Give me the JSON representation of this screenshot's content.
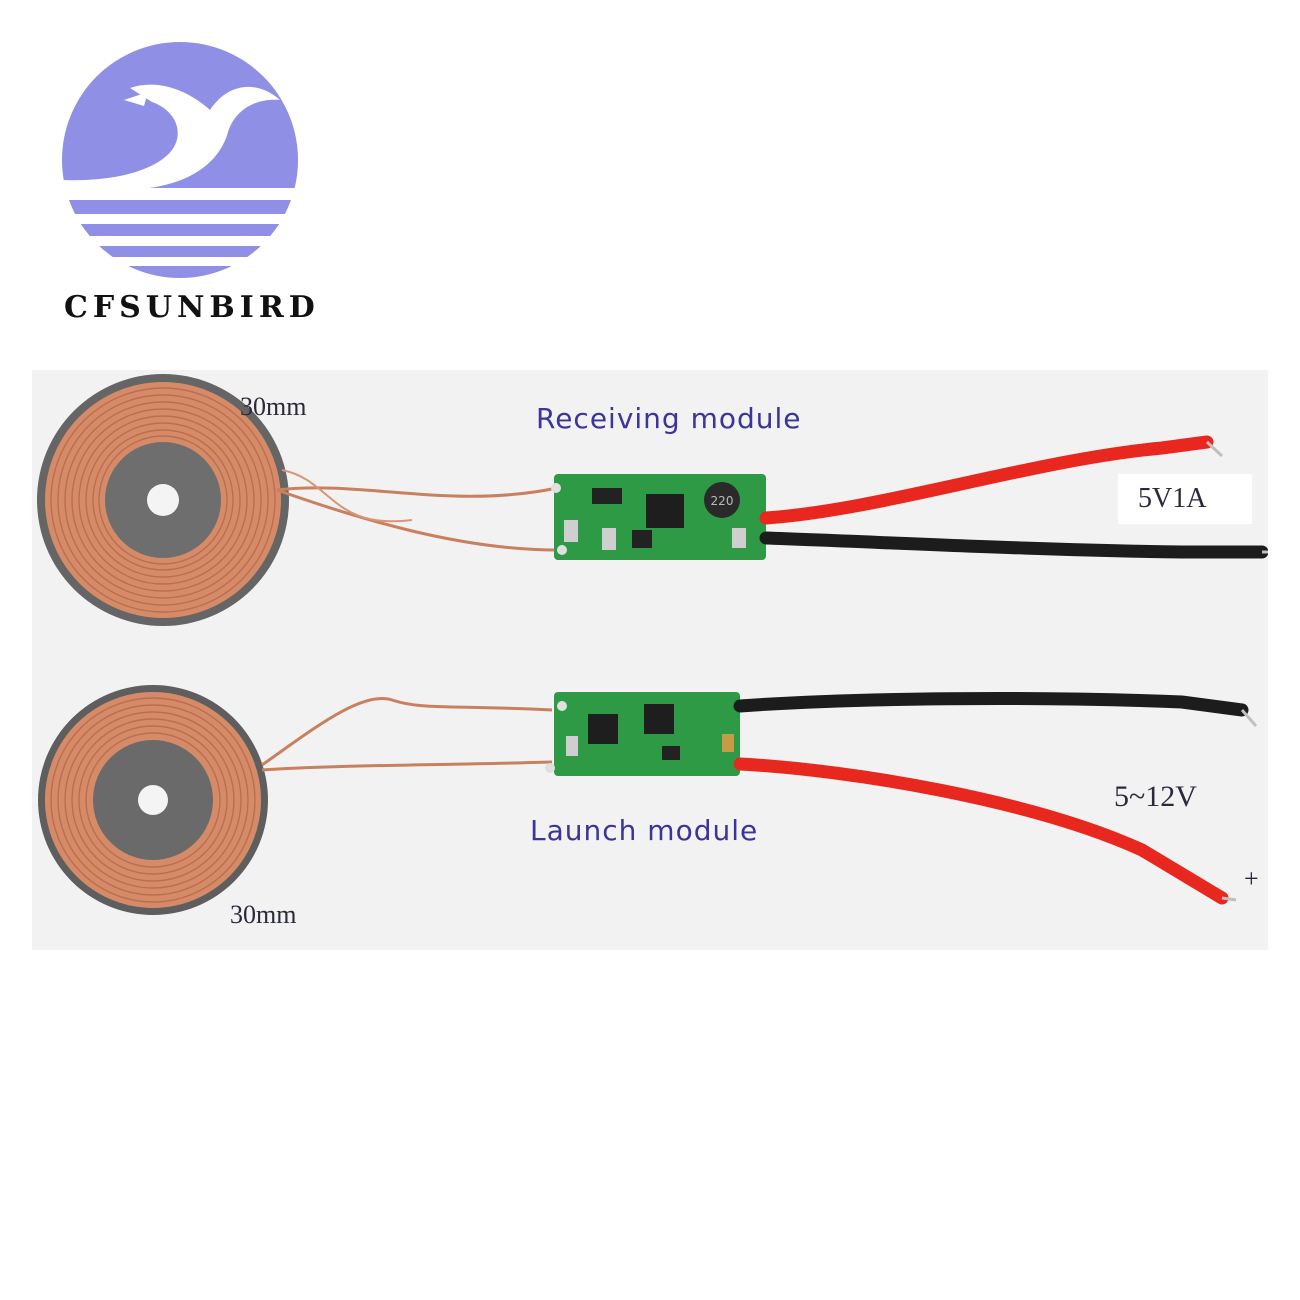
{
  "brand": {
    "name": "CFSUNBIRD",
    "logo": "sunbird-circle-logo",
    "logo_color": "#8f8fe6"
  },
  "photo": {
    "receiver": {
      "title": "Receiving module",
      "coil_size": "30mm",
      "output": "5V1A",
      "inductor_marking": "220"
    },
    "transmitter": {
      "title": "Launch module",
      "coil_size": "30mm",
      "input": "5~12V",
      "polarity": "+"
    }
  },
  "colors": {
    "copper": "#d58a68",
    "ferrite": "#6e6e6e",
    "pcb": "#2f9a45",
    "red_wire": "#e8281f",
    "black_wire": "#1c1c1c"
  }
}
